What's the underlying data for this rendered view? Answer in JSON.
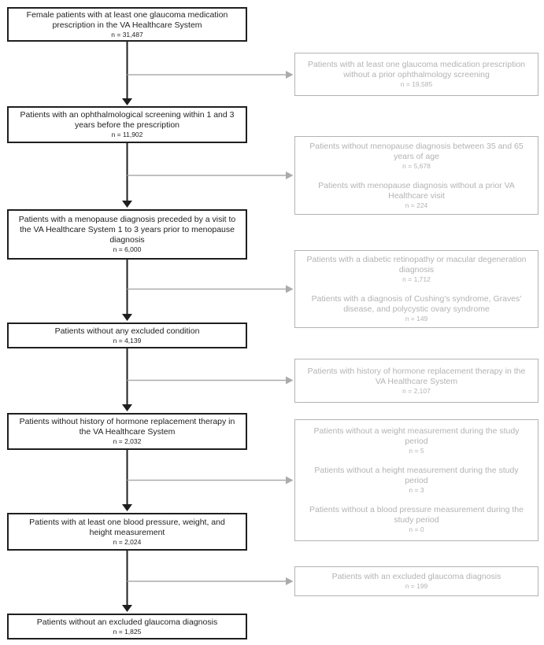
{
  "diagram": {
    "type": "patient-flow-chart",
    "main_boxes": [
      {
        "text": "Female patients with at least one glaucoma medication prescription in the VA Healthcare System",
        "n": "n = 31,487"
      },
      {
        "text": "Patients with an ophthalmological screening within 1 and 3 years before the prescription",
        "n": "n = 11,902"
      },
      {
        "text": "Patients with a menopause diagnosis preceded by a visit to the VA Healthcare System 1 to 3 years prior to menopause diagnosis",
        "n": "n = 6,000"
      },
      {
        "text": "Patients without any excluded condition",
        "n": "n = 4,139"
      },
      {
        "text": "Patients without history of hormone replacement therapy in the VA Healthcare System",
        "n": "n = 2,032"
      },
      {
        "text": "Patients with at least one blood pressure, weight, and height measurement",
        "n": "n = 2,024"
      },
      {
        "text": "Patients without an excluded glaucoma diagnosis",
        "n": "n = 1,825"
      }
    ],
    "side_boxes": [
      {
        "entries": [
          {
            "text": "Patients with at least one glaucoma medication prescription without a prior ophthalmology screening",
            "n": "n = 19,585"
          }
        ]
      },
      {
        "entries": [
          {
            "text": "Patients without menopause diagnosis between 35 and 65 years of age",
            "n": "n = 5,678"
          },
          {
            "text": "Patients with menopause diagnosis without a prior VA Healthcare visit",
            "n": "n = 224"
          }
        ]
      },
      {
        "entries": [
          {
            "text": "Patients with a diabetic retinopathy or macular degeneration diagnosis",
            "n": "n = 1,712"
          },
          {
            "text": "Patients with a diagnosis of Cushing's syndrome, Graves' disease, and polycystic ovary syndrome",
            "n": "n = 149"
          }
        ]
      },
      {
        "entries": [
          {
            "text": "Patients with history of hormone replacement therapy in the VA Healthcare System",
            "n": "n = 2,107"
          }
        ]
      },
      {
        "entries": [
          {
            "text": "Patients without a weight measurement during the study period",
            "n": "n = 5"
          },
          {
            "text": "Patients without a height measurement during the study period",
            "n": "n = 3"
          },
          {
            "text": "Patients without a blood pressure measurement during the study period",
            "n": "n = 0"
          }
        ]
      },
      {
        "entries": [
          {
            "text": "Patients with an excluded glaucoma diagnosis",
            "n": "n = 199"
          }
        ]
      }
    ],
    "colors": {
      "main_border": "#1f1f1f",
      "main_text": "#1f1f1f",
      "side_border": "#b3b3b3",
      "side_text": "#b3b3b3",
      "arrow_down": "#1f1f1f",
      "arrow_branch": "#ababab",
      "background": "#ffffff"
    }
  }
}
